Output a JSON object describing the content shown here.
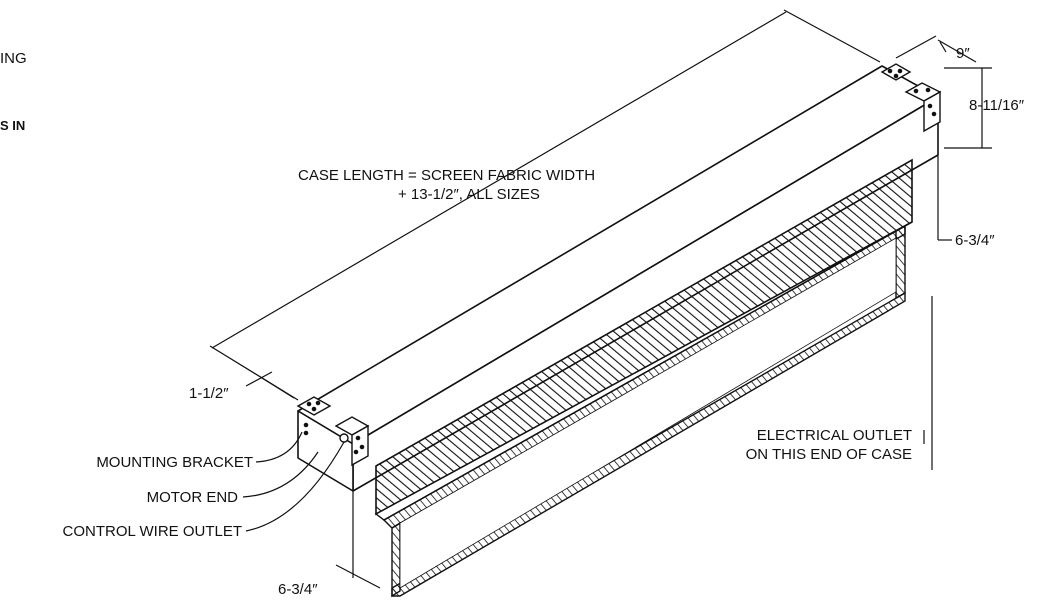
{
  "left_fragments": {
    "line1": "ING",
    "line2": "S IN"
  },
  "labels": {
    "case_length_line1": "CASE LENGTH = SCREEN FABRIC WIDTH",
    "case_length_line2": "+ 13-1/2″, ALL SIZES",
    "width_9": "9″",
    "height_8": "8-11/16″",
    "drop_right": "6-3/4″",
    "bracket_offset": "1-1/2″",
    "mounting_bracket": "MOUNTING BRACKET",
    "motor_end": "MOTOR END",
    "control_wire_outlet": "CONTROL WIRE OUTLET",
    "drop_left": "6-3/4″",
    "electrical_line1": "ELECTRICAL OUTLET",
    "electrical_line2": "ON THIS END OF CASE"
  }
}
